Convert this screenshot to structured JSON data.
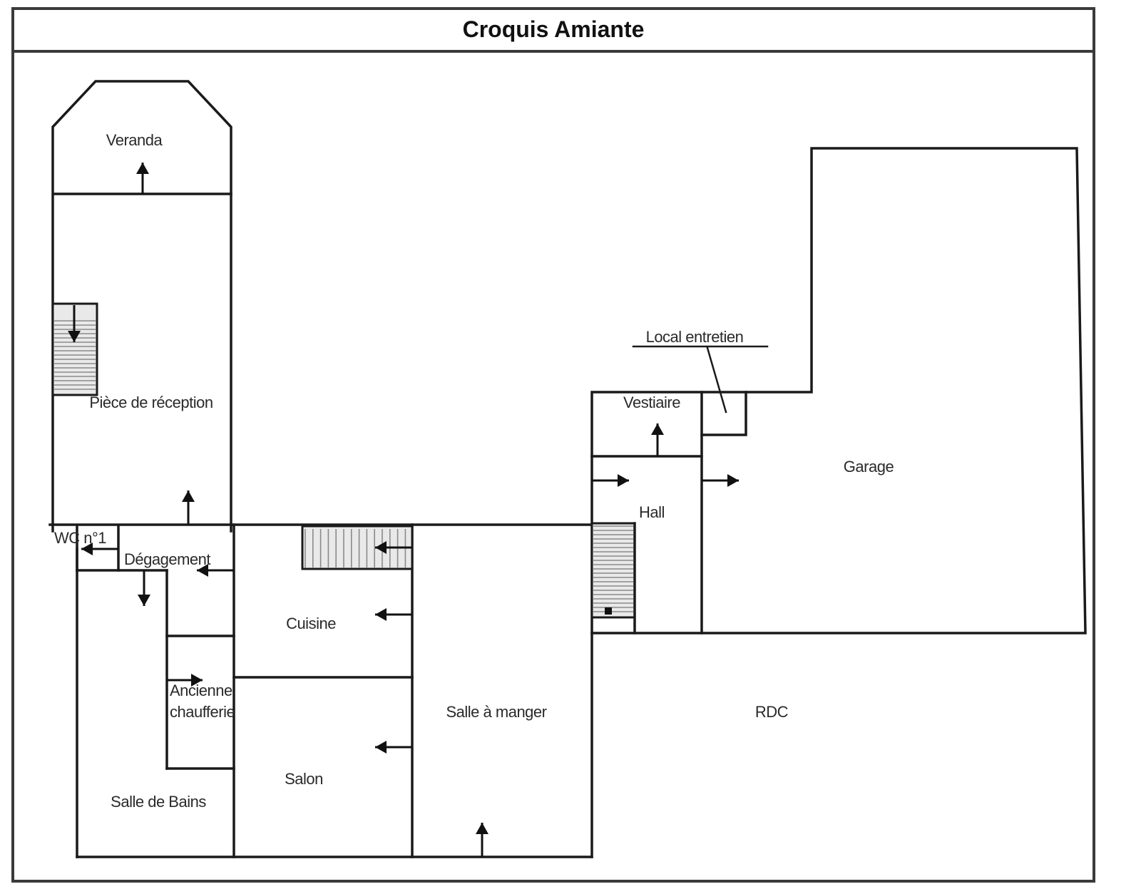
{
  "title": "Croquis Amiante",
  "level_label": "RDC",
  "colors": {
    "wall": "#1a1a1a",
    "text": "#2a2a2a",
    "stair_hatch": "#8a8a8a",
    "stair_bg": "#e9e9e9"
  },
  "rooms": {
    "veranda": "Veranda",
    "piece_reception": "Pièce de réception",
    "wc": "WC n°1",
    "degagement": "Dégagement",
    "cuisine": "Cuisine",
    "ancienne_chaufferie_line1": "Ancienne",
    "ancienne_chaufferie_line2": "chaufferie",
    "salle_de_bains": "Salle de Bains",
    "salon": "Salon",
    "salle_a_manger": "Salle à manger",
    "vestiaire": "Vestiaire",
    "local_entretien": "Local entretien",
    "hall": "Hall",
    "garage": "Garage"
  },
  "icons": {
    "door_arrow": "arrow-icon",
    "staircase": "staircase-icon"
  }
}
